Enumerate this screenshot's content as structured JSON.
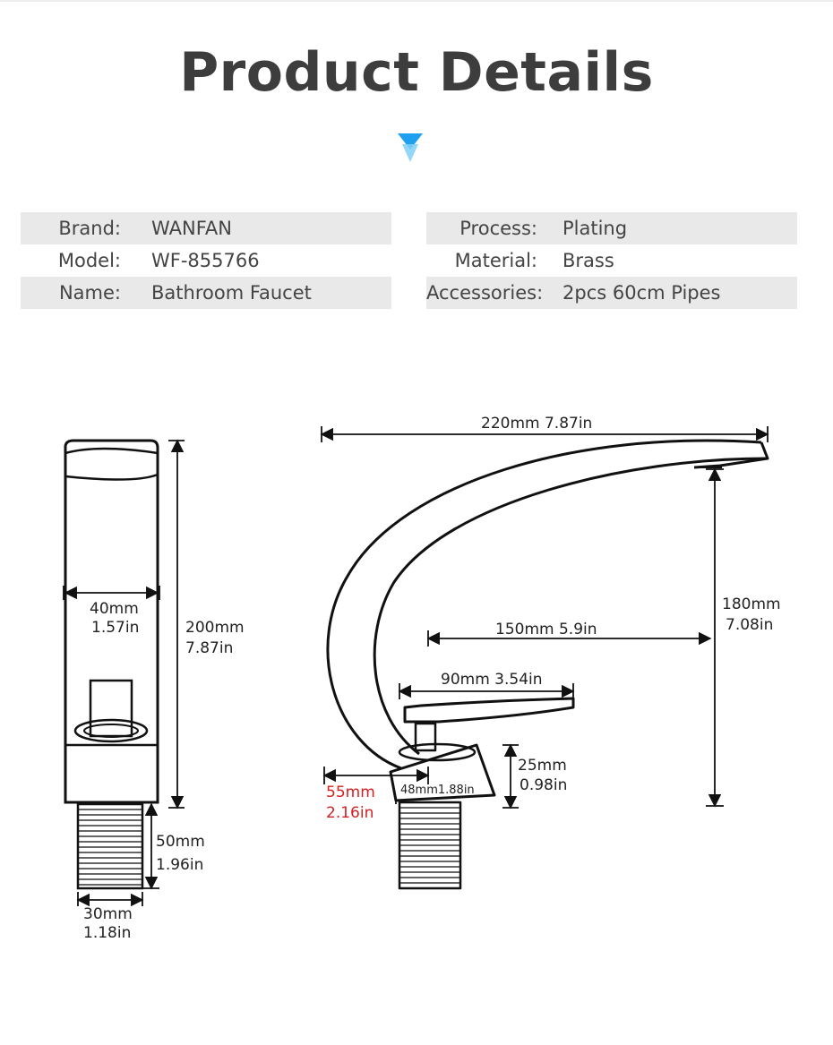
{
  "header": {
    "title": "Product Details",
    "accent_color": "#1e9ff0"
  },
  "specs_left": [
    {
      "label": "Brand:",
      "value": "WANFAN"
    },
    {
      "label": "Model:",
      "value": "WF-855766"
    },
    {
      "label": "Name:",
      "value": "Bathroom Faucet"
    }
  ],
  "specs_right": [
    {
      "label": "Process:",
      "value": "Plating"
    },
    {
      "label": "Material:",
      "value": "Brass"
    },
    {
      "label": "Accessories:",
      "value": "2pcs 60cm Pipes"
    }
  ],
  "front_view": {
    "width_mm": "40mm",
    "width_in": "1.57in",
    "height_mm": "200mm",
    "height_in": "7.87in",
    "thread_mm": "50mm",
    "thread_in": "1.96in",
    "base_mm": "30mm",
    "base_in": "1.18in"
  },
  "side_view": {
    "length": "220mm  7.87in",
    "height_mm": "180mm",
    "height_in": "7.08in",
    "reach": "150mm  5.9in",
    "handle": "90mm 3.54in",
    "base_height_mm": "25mm",
    "base_height_in": "0.98in",
    "curve_mm": "55mm",
    "curve_in": "2.16in",
    "base_width": "48mm1.88in",
    "highlight_color": "#d42020"
  }
}
